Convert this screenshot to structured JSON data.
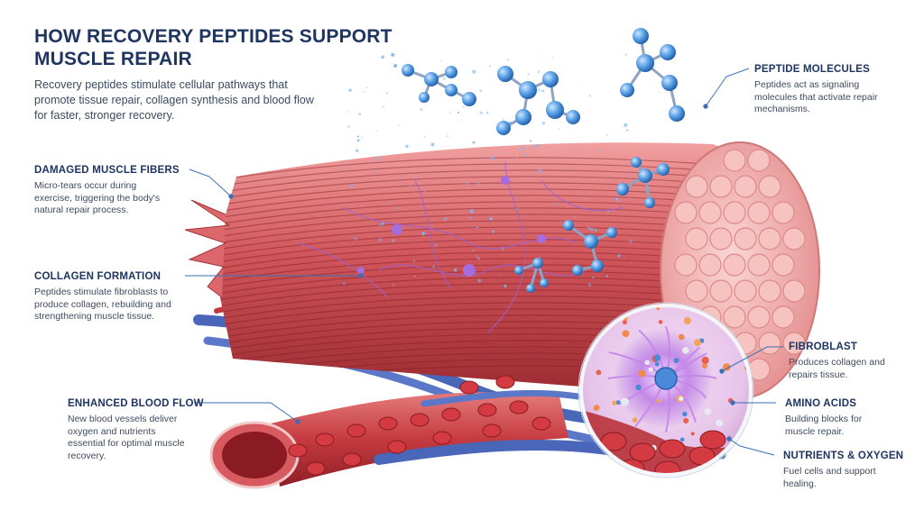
{
  "header": {
    "title": "HOW RECOVERY PEPTIDES SUPPORT MUSCLE REPAIR",
    "subtitle": "Recovery peptides stimulate cellular pathways that promote tissue repair, collagen synthesis and blood flow for faster, stronger recovery."
  },
  "callouts": {
    "damaged": {
      "title": "DAMAGED MUSCLE FIBERS",
      "text": "Micro-tears occur during exercise, triggering the body's natural repair process."
    },
    "collagen": {
      "title": "COLLAGEN FORMATION",
      "text": "Peptides stimulate fibroblasts to produce collagen, rebuilding and strengthening muscle tissue."
    },
    "blood": {
      "title": "ENHANCED BLOOD FLOW",
      "text": "New blood vessels deliver oxygen and nutrients essential for optimal muscle recovery."
    },
    "peptide": {
      "title": "PEPTIDE MOLECULES",
      "text": "Peptides act as signaling molecules that activate repair mechanisms."
    },
    "fibroblast": {
      "title": "FIBROBLAST",
      "text": "Produces collagen and repairs tissue."
    },
    "amino": {
      "title": "AMINO ACIDS",
      "text": "Building blocks for muscle repair."
    },
    "nutrients": {
      "title": "NUTRIENTS & OXYGEN",
      "text": "Fuel cells and support healing."
    }
  },
  "colors": {
    "title": "#1d3560",
    "body_text": "#3e4b5e",
    "leader_line": "#3b6fb6",
    "muscle": "#c9454a",
    "muscle_light": "#f0a7a7",
    "vein": "#4a66b8",
    "fibroblast": "#b57be0",
    "molecule": "#3f86d8"
  }
}
